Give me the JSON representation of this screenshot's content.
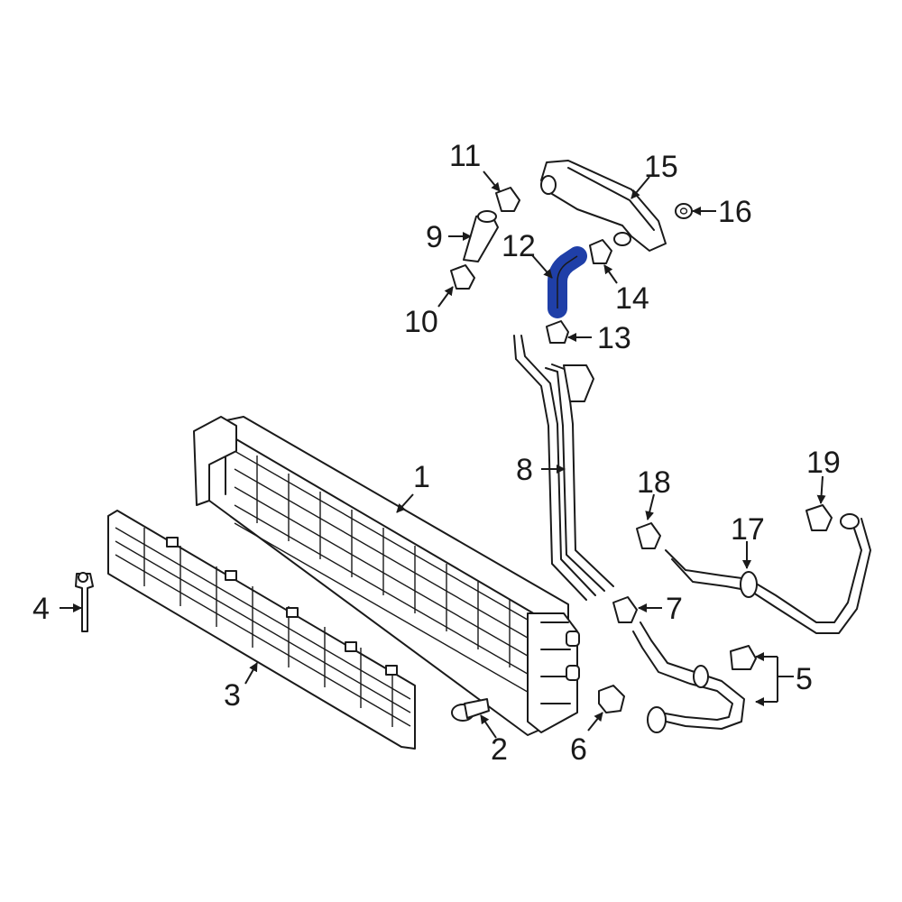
{
  "diagram": {
    "highlight_color": "#1f3fa8",
    "line_color": "#1a1a1a",
    "background": "#ffffff",
    "highlighted_part": "12",
    "callouts": {
      "c1": "1",
      "c2": "2",
      "c3": "3",
      "c4": "4",
      "c5": "5",
      "c6": "6",
      "c7": "7",
      "c8": "8",
      "c9": "9",
      "c10": "10",
      "c11": "11",
      "c12": "12",
      "c13": "13",
      "c14": "14",
      "c15": "15",
      "c16": "16",
      "c17": "17",
      "c18": "18",
      "c19": "19"
    }
  }
}
